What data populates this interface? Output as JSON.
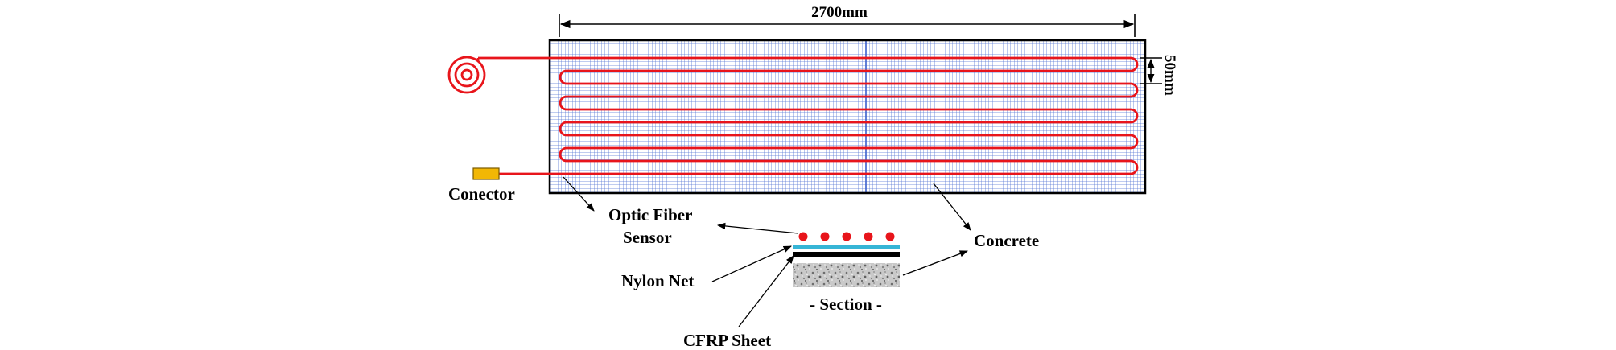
{
  "diagram": {
    "dimension_width": "2700mm",
    "dimension_spacing": "50mm",
    "label_connector": "Conector",
    "label_optic_fiber_line1": "Optic Fiber",
    "label_optic_fiber_line2": "Sensor",
    "label_concrete": "Concrete",
    "label_nylon_net": "Nylon Net",
    "label_cfrp_sheet": "CFRP Sheet",
    "label_section": "- Section -"
  },
  "colors": {
    "fiber": "#e8151b",
    "net_grid": "#3a5fcd",
    "connector_fill": "#f2b705",
    "nylon_layer": "#36b5d6",
    "cfrp_layer": "#000000",
    "concrete_texture": "#8a8a8a"
  }
}
